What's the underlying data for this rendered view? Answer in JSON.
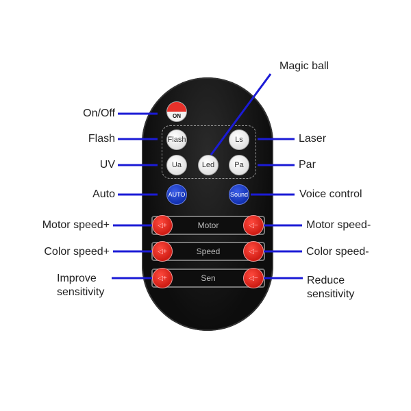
{
  "remote_buttons": {
    "on": "ON",
    "flash": "Flash",
    "ls": "Ls",
    "ua": "Ua",
    "led": "Led",
    "pa": "Pa",
    "auto": "AUTO",
    "sound": "Sound",
    "plus": "◁+",
    "minus": "◁−",
    "motor": "Motor",
    "speed": "Speed",
    "sen": "Sen"
  },
  "labels": {
    "magic_ball": "Magic ball",
    "on_off": "On/Off",
    "flash": "Flash",
    "uv": "UV",
    "auto": "Auto",
    "motor_plus": "Motor speed+",
    "color_plus": "Color speed+",
    "improve_1": "Improve",
    "improve_2": "sensitivity",
    "laser": "Laser",
    "par": "Par",
    "voice": "Voice control",
    "motor_minus": "Motor speed-",
    "color_minus": "Color speed-",
    "reduce_1": "Reduce",
    "reduce_2": "sensitivity"
  },
  "colors": {
    "leader_line": "#1b1bd6"
  }
}
